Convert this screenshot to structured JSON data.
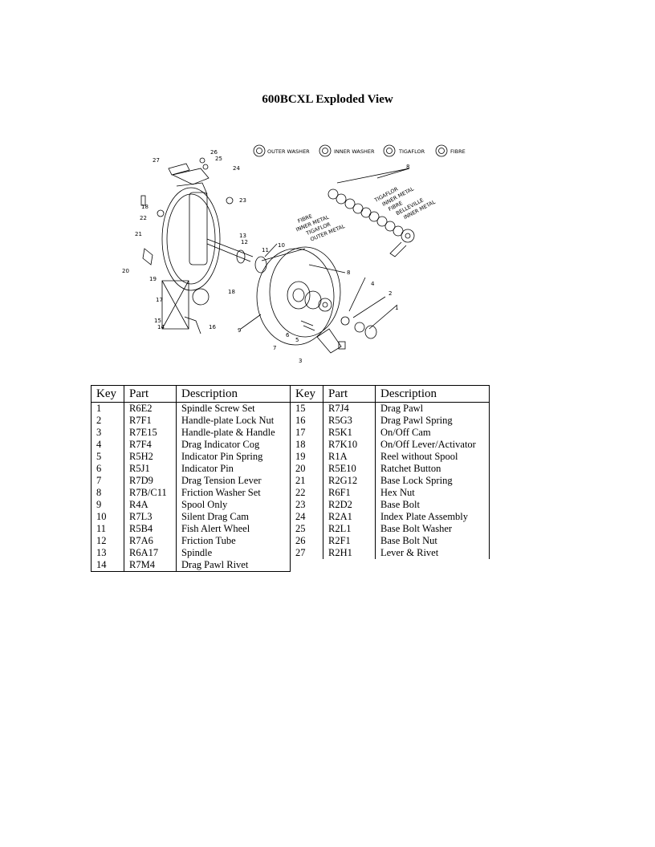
{
  "title": "600BCXL Exploded View",
  "diagram": {
    "washer_legend": [
      "OUTER WASHER",
      "INNER WASHER",
      "TIGAFLOR",
      "FIBRE"
    ],
    "left_stack_labels": [
      "FIBRE",
      "INNER METAL",
      "TIGAFLOR",
      "OUTER METAL"
    ],
    "right_stack_labels": [
      "TIGAFLOR",
      "INNER METAL",
      "FIBRE",
      "BELLEVILLE",
      "INNER METAL"
    ],
    "callouts": [
      "1",
      "2",
      "3",
      "4",
      "5",
      "6",
      "7",
      "8",
      "9",
      "10",
      "11",
      "12",
      "13",
      "14",
      "15",
      "16",
      "17",
      "18",
      "19",
      "20",
      "21",
      "22",
      "23",
      "24",
      "25",
      "26",
      "27",
      "8"
    ]
  },
  "table": {
    "headers": [
      "Key",
      "Part",
      "Description",
      "Key",
      "Part",
      "Description"
    ],
    "rows": [
      [
        "1",
        "R6E2",
        "Spindle Screw Set",
        "15",
        "R7J4",
        "Drag Pawl"
      ],
      [
        "2",
        "R7F1",
        "Handle-plate Lock Nut",
        "16",
        "R5G3",
        "Drag Pawl Spring"
      ],
      [
        "3",
        "R7E15",
        "Handle-plate & Handle",
        "17",
        "R5K1",
        "On/Off Cam"
      ],
      [
        "4",
        "R7F4",
        "Drag Indicator Cog",
        "18",
        "R7K10",
        "On/Off Lever/Activator"
      ],
      [
        "5",
        "R5H2",
        "Indicator Pin Spring",
        "19",
        "R1A",
        "Reel without Spool"
      ],
      [
        "6",
        "R5J1",
        "Indicator Pin",
        "20",
        "R5E10",
        "Ratchet Button"
      ],
      [
        "7",
        "R7D9",
        "Drag Tension Lever",
        "21",
        "R2G12",
        "Base Lock Spring"
      ],
      [
        "8",
        "R7B/C11",
        "Friction Washer Set",
        "22",
        "R6F1",
        "Hex Nut"
      ],
      [
        "9",
        "R4A",
        "Spool Only",
        "23",
        "R2D2",
        "Base Bolt"
      ],
      [
        "10",
        "R7L3",
        "Silent Drag Cam",
        "24",
        "R2A1",
        "Index Plate Assembly"
      ],
      [
        "11",
        "R5B4",
        "Fish Alert Wheel",
        "25",
        "R2L1",
        "Base Bolt Washer"
      ],
      [
        "12",
        "R7A6",
        "Friction Tube",
        "26",
        "R2F1",
        "Base Bolt Nut"
      ],
      [
        "13",
        "R6A17",
        "Spindle",
        "27",
        "R2H1",
        "Lever & Rivet"
      ],
      [
        "14",
        "R7M4",
        "Drag Pawl Rivet",
        "",
        "",
        ""
      ]
    ]
  }
}
